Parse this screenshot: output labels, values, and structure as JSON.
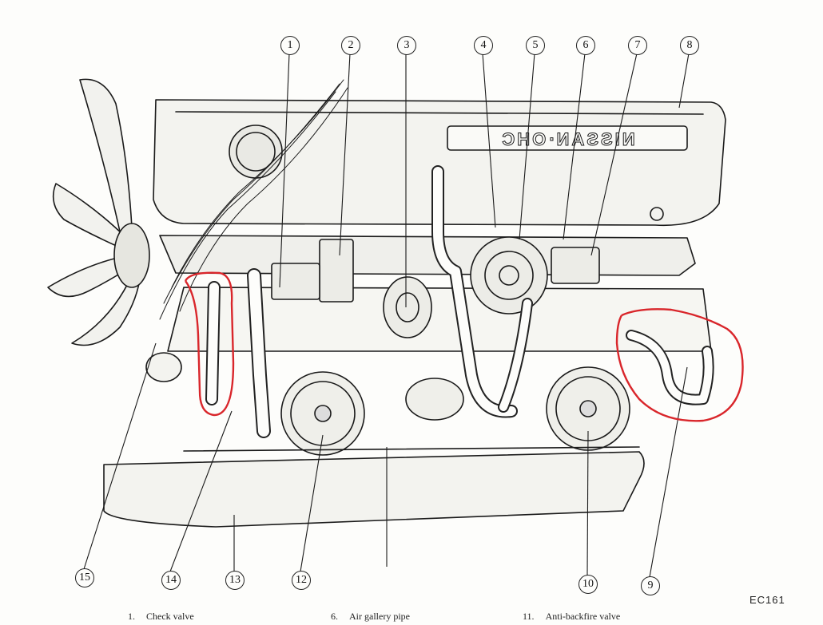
{
  "figure": {
    "valve_cover_text": "NISSAN·OHC",
    "code": "EC161",
    "callouts": [
      "1",
      "2",
      "3",
      "4",
      "5",
      "6",
      "7",
      "8",
      "9",
      "10",
      "12",
      "13",
      "14",
      "15"
    ],
    "legend": [
      {
        "num": "1.",
        "text": "Check valve"
      },
      {
        "num": "6.",
        "text": "Air gallery pipe"
      },
      {
        "num": "11.",
        "text": "Anti-backfire valve"
      }
    ],
    "colors": {
      "line": "#1a1a1a",
      "highlight": "#d9262b",
      "paper": "#fdfdfb"
    }
  }
}
